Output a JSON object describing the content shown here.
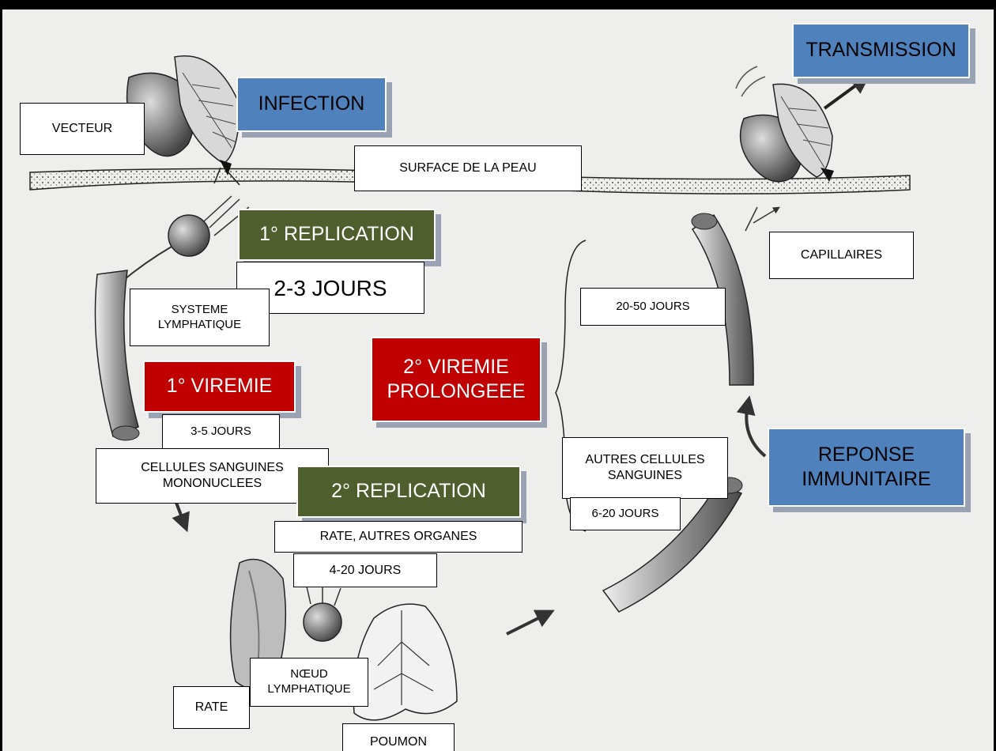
{
  "diagram": {
    "labels": {
      "transmission": "TRANSMISSION",
      "infection": "INFECTION",
      "vecteur": "VECTEUR",
      "surface_peau": "SURFACE DE LA PEAU",
      "replication_1": "1° REPLICATION",
      "jours_2_3": "2-3 JOURS",
      "systeme_lymphatique": "SYSTEME\nLYMPHATIQUE",
      "capillaires": "CAPILLAIRES",
      "jours_20_50": "20-50  JOURS",
      "viremie_2": "2° VIREMIE\nPROLONGEEE",
      "viremie_1": "1° VIREMIE",
      "jours_3_5": "3-5 JOURS",
      "cellules_mononucleees": "CELLULES SANGUINES\nMONONUCLEES",
      "replication_2": "2° REPLICATION",
      "autres_cellules": "AUTRES CELLULES\nSANGUINES",
      "jours_6_20": "6-20 JOURS",
      "reponse_immunitaire": "REPONSE\nIMMUNITAIRE",
      "rate_autres_organes": "RATE, AUTRES ORGANES",
      "jours_4_20": "4-20  JOURS",
      "noeud_lymphatique": "NŒUD\nLYMPHATIQUE",
      "rate": "RATE",
      "poumon": "POUMON"
    },
    "colors": {
      "blue": "#4f81bd",
      "green": "#4e5e2c",
      "red": "#c00000"
    }
  }
}
